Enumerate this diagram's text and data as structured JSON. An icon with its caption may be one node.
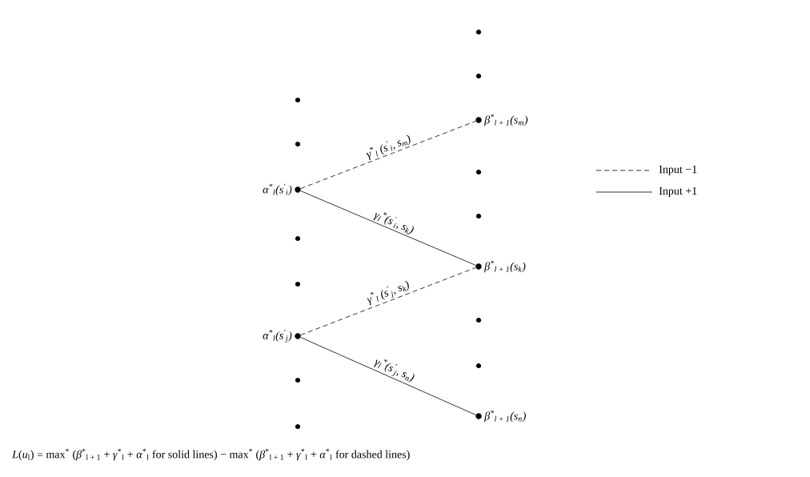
{
  "diagram": {
    "nodes": [
      {
        "text": [],
        "shape": "circle"
      },
      {
        "text": [],
        "shape": "circle"
      },
      {
        "text": [
          "α$^{*}$$_{l}$(s$^{′}$$_{i}$)"
        ]
      },
      {
        "text": [],
        "shape": "circle"
      },
      {
        "text": [],
        "shape": "circle"
      },
      {
        "text": [
          "α$^{*}$$_{l}$(s$^{′}$$_{j}$)"
        ]
      },
      {
        "text": [],
        "shape": "circle"
      },
      {
        "text": [],
        "shape": "circle"
      },
      {
        "text": [],
        "shape": "circle"
      },
      {
        "text": [],
        "shape": "circle"
      },
      {
        "text": [
          "β$^{*}$$_{l + 1}$(s$_{m}$)"
        ]
      },
      {
        "text": [],
        "shape": "circle"
      },
      {
        "text": [],
        "shape": "circle"
      },
      {
        "text": [
          "β$^{*}$$_{l + 1}$(s$_{k}$)"
        ]
      },
      {
        "text": [],
        "shape": "circle"
      },
      {
        "text": [],
        "shape": "circle"
      },
      {
        "text": [
          "β$^{*}$$_{l + 1}$(s$_{n}$)"
        ]
      }
    ],
    "edges": [
      {
        "from": 2,
        "to": 10,
        "arrow": "none",
        "style": "dashed",
        "label": "γ$^{*}$$_{l}$ (s$^{′}$$_{i}$, s$_{m}$)"
      },
      {
        "from": 2,
        "to": 13,
        "arrow": "none",
        "label": "γ$_{l}$$^{*}$(s$^{′}$$_{i}$, s$_{k}$)"
      },
      {
        "from": 5,
        "to": 13,
        "arrow": "none",
        "style": "dashed",
        "label": "γ$^{*}$$_{l}$ (s$^{′}$$_{j}$, s$_{k}$)"
      },
      {
        "from": 5,
        "to": 16,
        "arrow": "none",
        "label": "γ$_{l}$$^{*}$(s$^{′}$$_{j}$, s$_{n}$)"
      }
    ],
    "labels": [
      "*L*(*u*$_{l}$) = max$^{*}$ (*β*$^{*}$$_{l + 1}$ + *γ*$^{*}$$_{l}$ + *α*$^{*}$$_{l}$ for solid lines) − max$^{*}$ (*β*$^{*}$$_{l + 1}$ + *γ*$^{*}$$_{l}$ + *α*$^{*}$$_{l}$ for dashed lines)"
    ],
    "legend": [
      {
        "text": "Input −1"
      },
      {
        "text": "Input +1"
      }
    ]
  }
}
